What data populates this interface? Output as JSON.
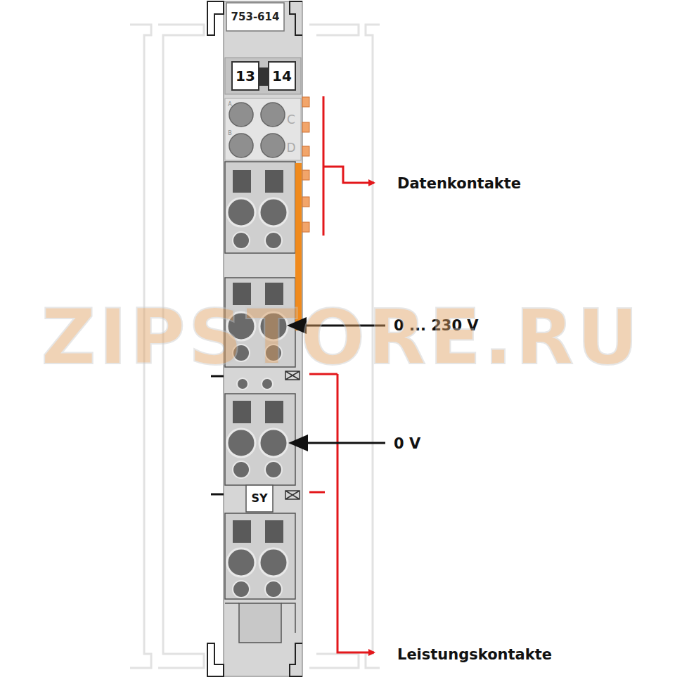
{
  "diagram": {
    "labels": [
      "753-614",
      "13",
      "14",
      "A",
      "B",
      "C",
      "D",
      "SY",
      "Datenkontakte",
      "0 ... 230 V",
      "0 V",
      "Leistungskontakte",
      "ZIPSTORE.RU"
    ]
  }
}
